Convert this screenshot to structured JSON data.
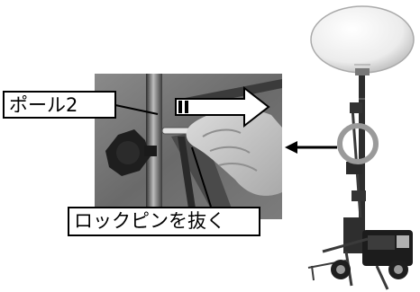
{
  "callouts": {
    "pole_label": "ポール2",
    "lockpin_label": "ロックピンを抜く"
  },
  "icons": {
    "pull_direction": "right-arrow-icon",
    "detail_pointer": "left-arrow-icon",
    "detail_marker": "circle-marker"
  },
  "colors": {
    "marker_ring": "#9a9a9a",
    "callout_border": "#000000",
    "photo_background": "#6f6f6f"
  }
}
